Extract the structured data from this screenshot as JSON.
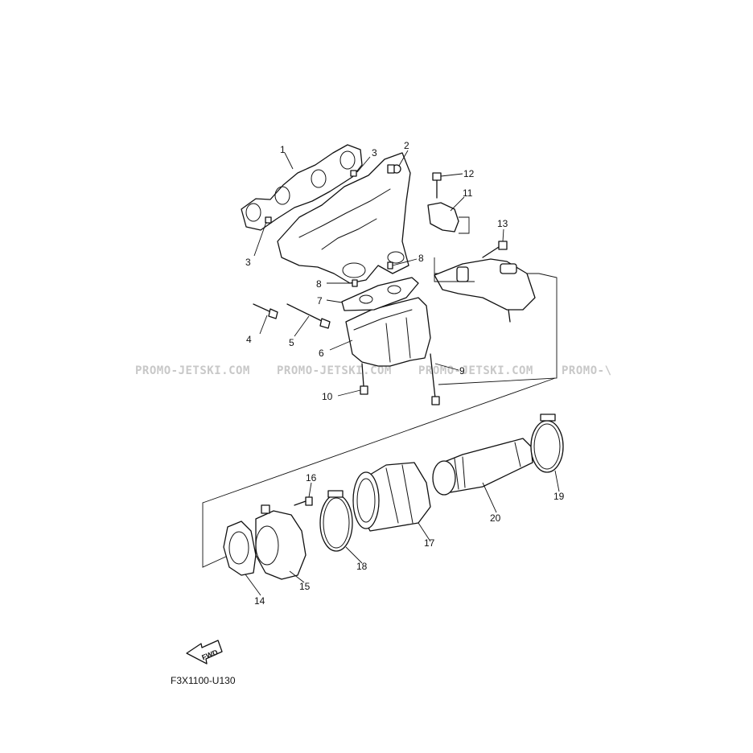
{
  "diagram_code": "F3X1100-U130",
  "fwd_label": "FWD",
  "watermark_text": "PROMO-JETSKI.COM",
  "watermark_clip": "PROMO-\\",
  "callouts": [
    "1",
    "2",
    "3",
    "3",
    "4",
    "5",
    "6",
    "7",
    "8",
    "8",
    "9",
    "10",
    "11",
    "12",
    "13",
    "14",
    "15",
    "16",
    "17",
    "18",
    "19",
    "20"
  ],
  "colors": {
    "line": "#111111",
    "watermark": "#c8c8c8",
    "background": "#ffffff"
  }
}
